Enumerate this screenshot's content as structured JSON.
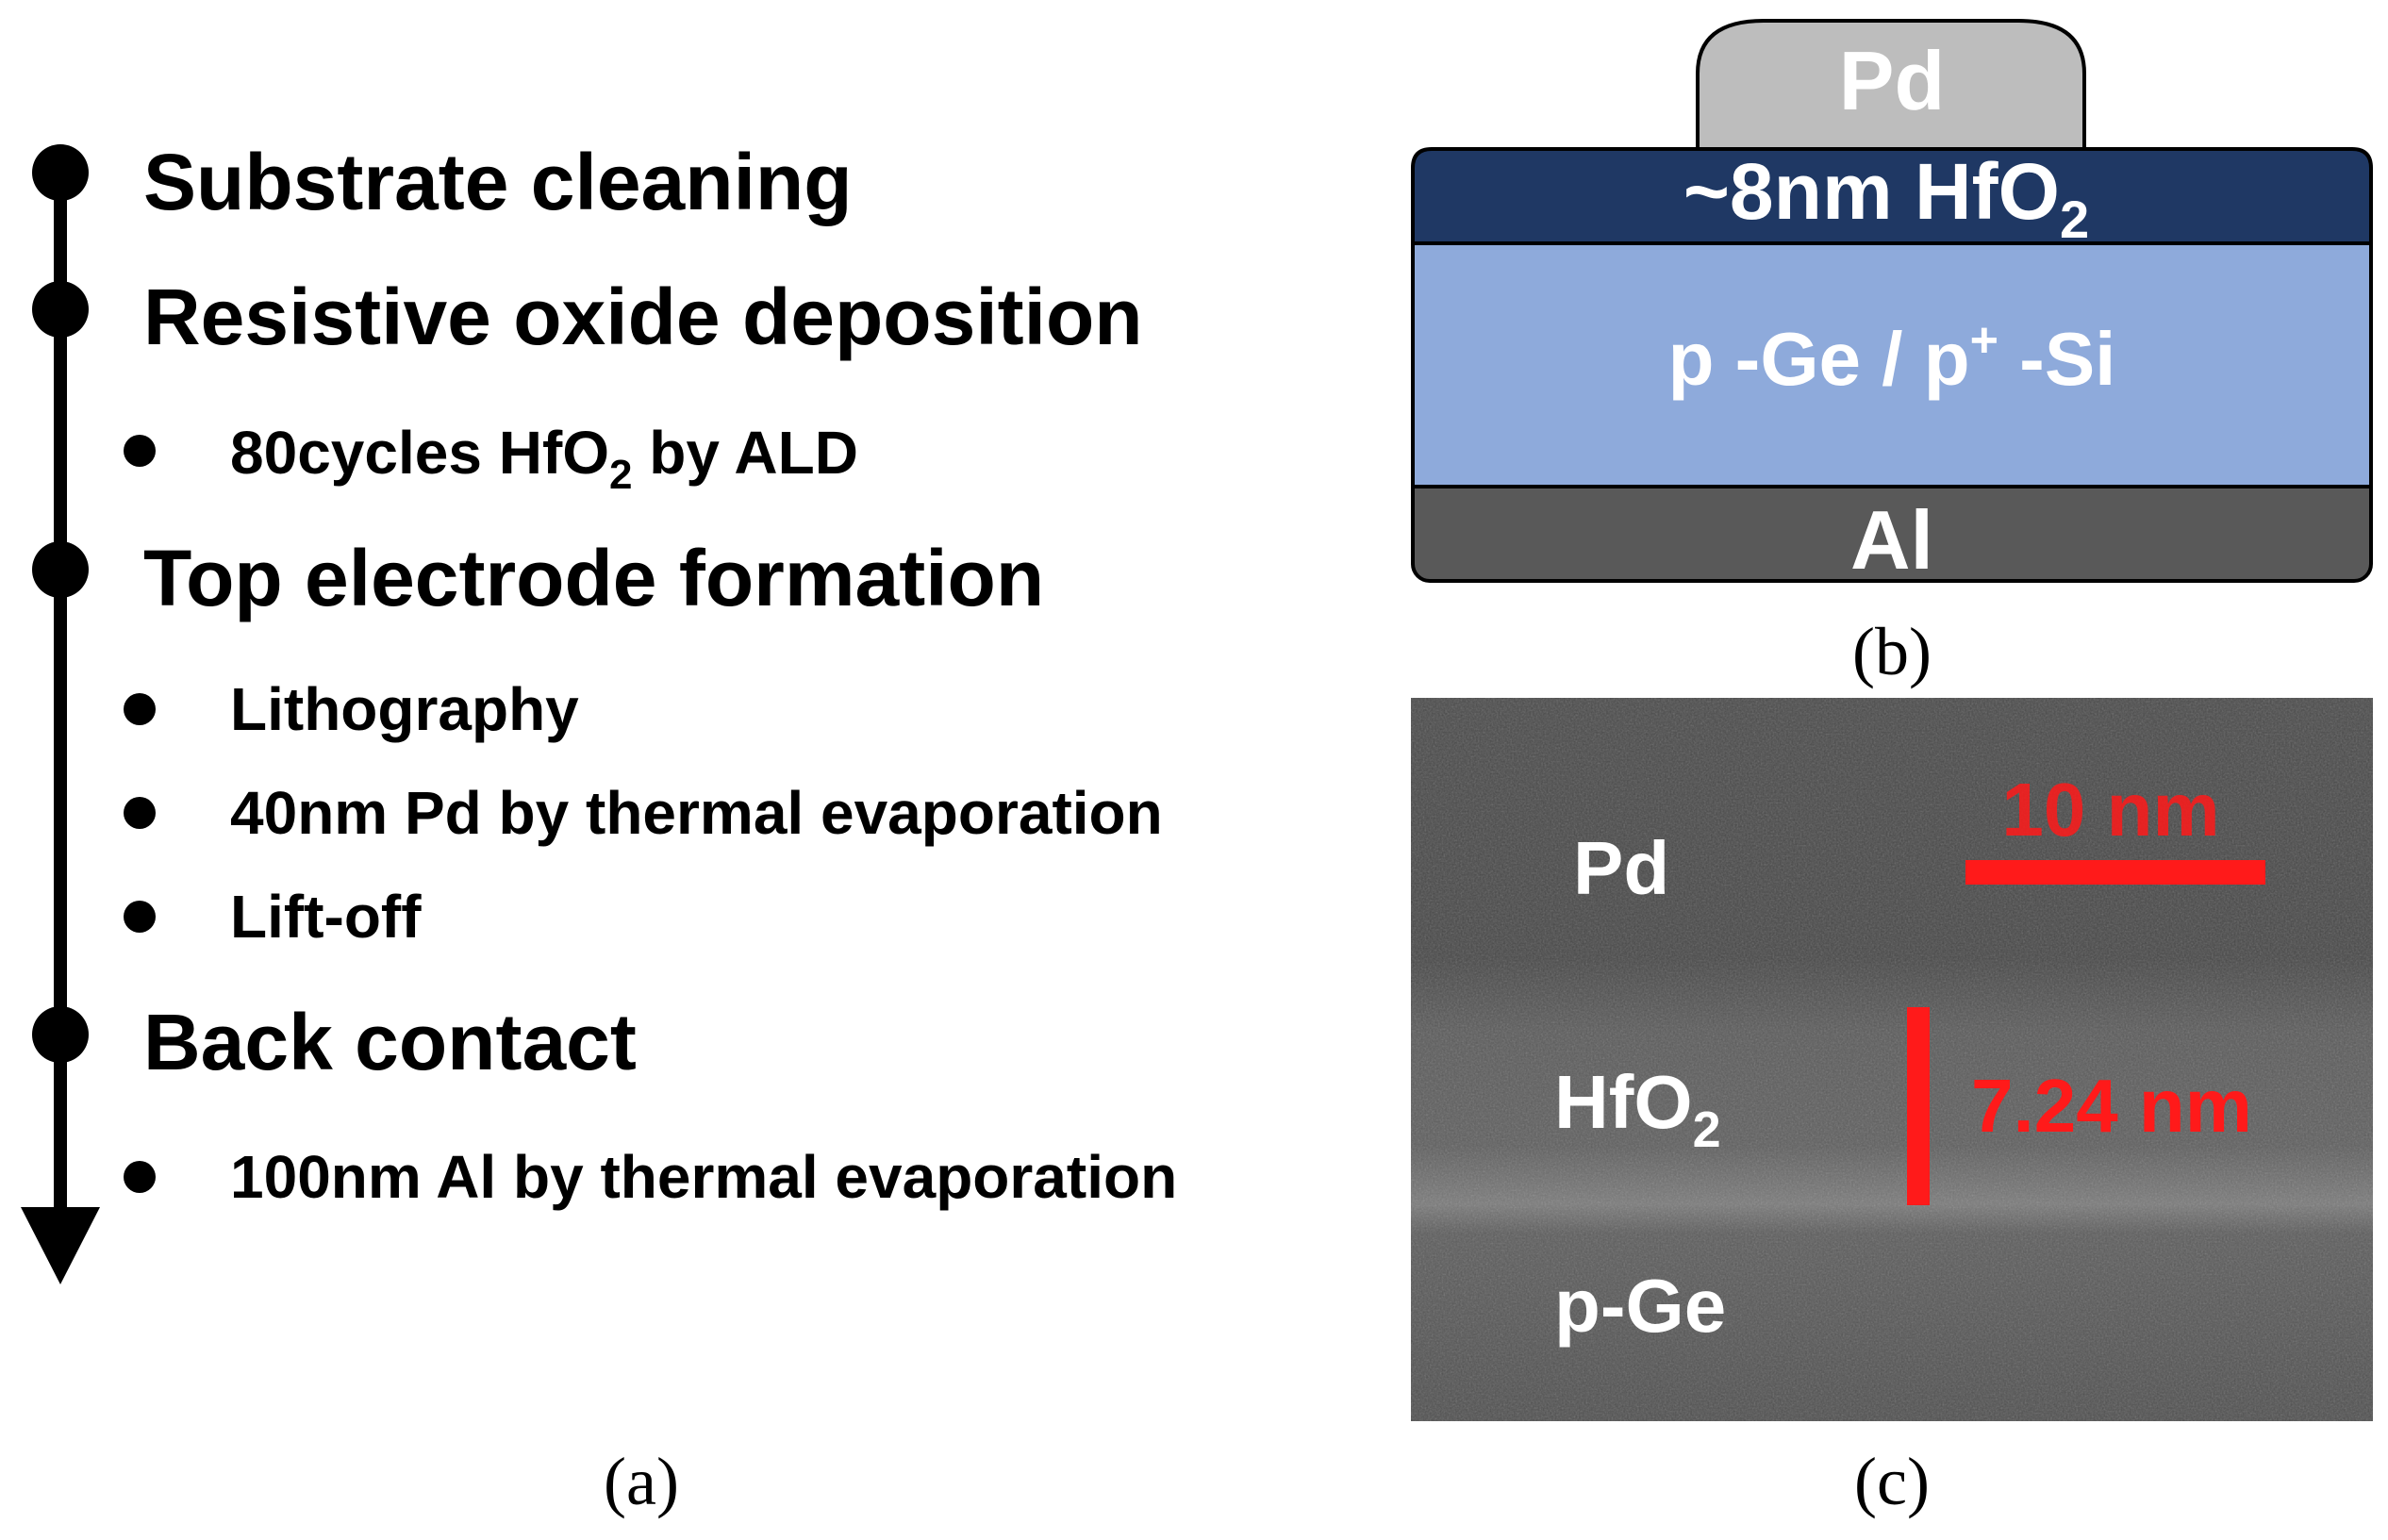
{
  "panel_a": {
    "caption": "(a)",
    "steps": [
      {
        "title": "Substrate cleaning",
        "sub": []
      },
      {
        "title": "Resistive oxide deposition",
        "sub": [
          {
            "pre": "80cycles HfO",
            "subscript": "2",
            "post": " by ALD"
          }
        ]
      },
      {
        "title": "Top electrode formation",
        "sub": [
          {
            "pre": "Lithography",
            "subscript": "",
            "post": ""
          },
          {
            "pre": "40nm Pd by thermal evaporation",
            "subscript": "",
            "post": ""
          },
          {
            "pre": "Lift-off",
            "subscript": "",
            "post": ""
          }
        ]
      },
      {
        "title": "Back contact",
        "sub": [
          {
            "pre": "100nm Al by thermal evaporation",
            "subscript": "",
            "post": ""
          }
        ]
      }
    ]
  },
  "panel_b": {
    "caption": "(b)",
    "top_electrode": "Pd",
    "oxide_pre": "~8nm HfO",
    "oxide_sub": "2",
    "substrate_a": "p -Ge / p",
    "substrate_sup": "+",
    "substrate_b": " -Si",
    "back_contact": "Al",
    "colors": {
      "pd": "#bdbdbd",
      "oxide": "#1f3864",
      "substrate": "#8eaadb",
      "al": "#595959"
    }
  },
  "panel_c": {
    "caption": "(c)",
    "label_pd": "Pd",
    "label_oxide_pre": "HfO",
    "label_oxide_sub": "2",
    "label_ge": "p-Ge",
    "scale_bar": "10  nm",
    "thickness": "7.24 nm",
    "colors": {
      "annotation": "#ff1a1a"
    }
  }
}
